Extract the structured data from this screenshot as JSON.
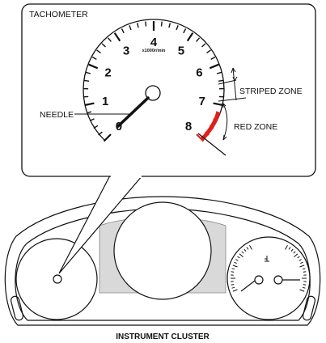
{
  "callout_title": "TACHOMETER",
  "unit_label": "x1000r/min",
  "dial_numbers": [
    "0",
    "1",
    "2",
    "3",
    "4",
    "5",
    "6",
    "7",
    "8"
  ],
  "labels": {
    "needle": "NEEDLE",
    "striped_zone": "STRIPED ZONE",
    "red_zone": "RED ZONE"
  },
  "caption": "INSTRUMENT CLUSTER",
  "colors": {
    "line": "#111111",
    "red_zone": "#e0201c",
    "display_gray": "#d9d9d9"
  }
}
